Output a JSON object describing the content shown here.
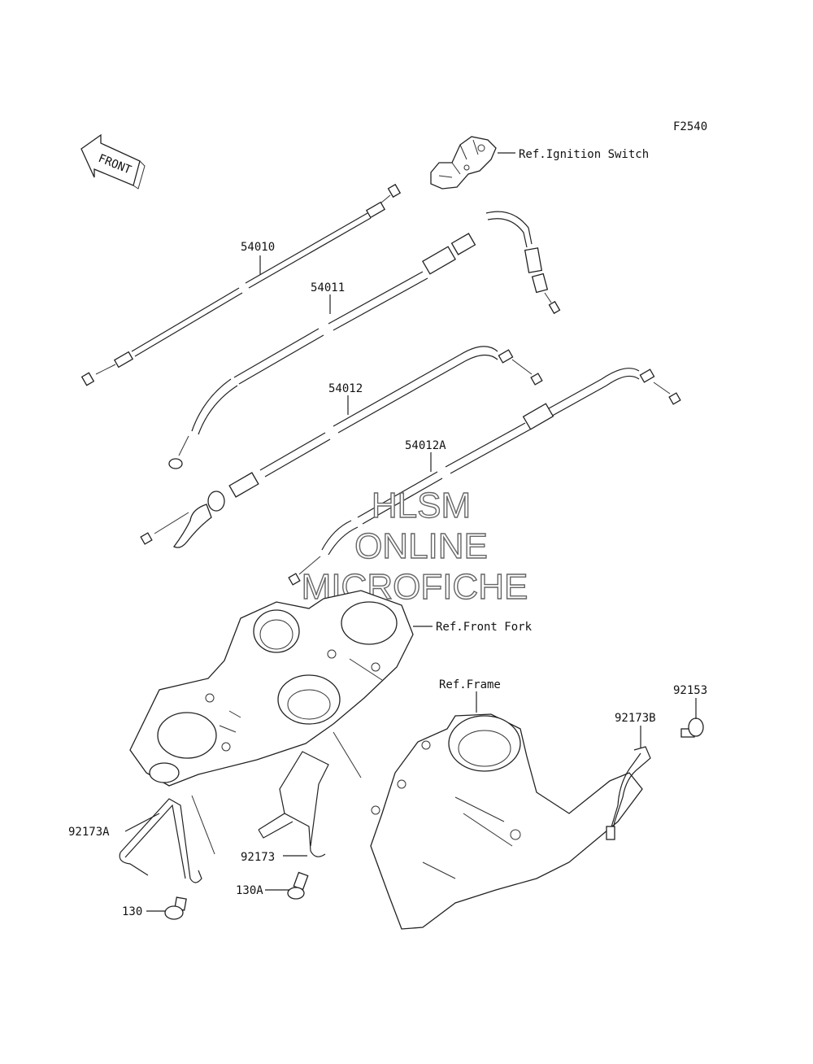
{
  "figure_code": "F2540",
  "front_arrow_text": "FRONT",
  "references": {
    "ignition_switch": "Ref.Ignition Switch",
    "front_fork": "Ref.Front Fork",
    "frame": "Ref.Frame"
  },
  "parts": {
    "p54010": "54010",
    "p54011": "54011",
    "p54012": "54012",
    "p54012A": "54012A",
    "p92153": "92153",
    "p92173B": "92173B",
    "p92173A": "92173A",
    "p92173": "92173",
    "p130A": "130A",
    "p130": "130"
  },
  "watermark": {
    "line1": "HLSM",
    "line2": "ONLINE",
    "line3": "MICROFICHE"
  }
}
